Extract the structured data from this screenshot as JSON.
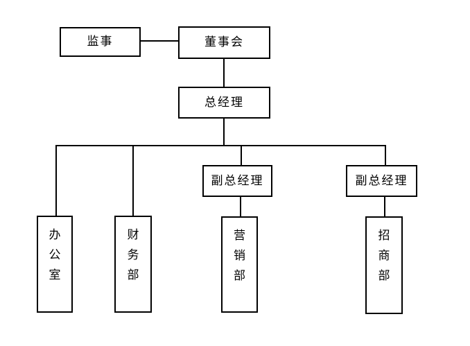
{
  "diagram": {
    "type": "org-chart",
    "background_color": "#ffffff",
    "line_color": "#000000",
    "text_color": "#000000",
    "nodes": {
      "supervisor": {
        "label": "监事",
        "text_orientation": "horizontal"
      },
      "board": {
        "label": "董事会",
        "text_orientation": "horizontal"
      },
      "general_manager": {
        "label": "总经理",
        "text_orientation": "horizontal"
      },
      "deputy_gm_left": {
        "label": "副总经理",
        "text_orientation": "horizontal"
      },
      "deputy_gm_right": {
        "label": "副总经理",
        "text_orientation": "horizontal"
      },
      "office": {
        "label": "办公室",
        "text_orientation": "vertical"
      },
      "finance_dept": {
        "label": "财务部",
        "text_orientation": "vertical"
      },
      "marketing_dept": {
        "label": "营销部",
        "text_orientation": "vertical"
      },
      "investment_dept": {
        "label": "招商部",
        "text_orientation": "vertical"
      }
    },
    "edges": [
      {
        "from": "supervisor",
        "to": "board"
      },
      {
        "from": "board",
        "to": "general_manager"
      },
      {
        "from": "general_manager",
        "to": "office"
      },
      {
        "from": "general_manager",
        "to": "finance_dept"
      },
      {
        "from": "general_manager",
        "to": "deputy_gm_left"
      },
      {
        "from": "general_manager",
        "to": "deputy_gm_right"
      },
      {
        "from": "deputy_gm_left",
        "to": "marketing_dept"
      },
      {
        "from": "deputy_gm_right",
        "to": "investment_dept"
      }
    ]
  }
}
